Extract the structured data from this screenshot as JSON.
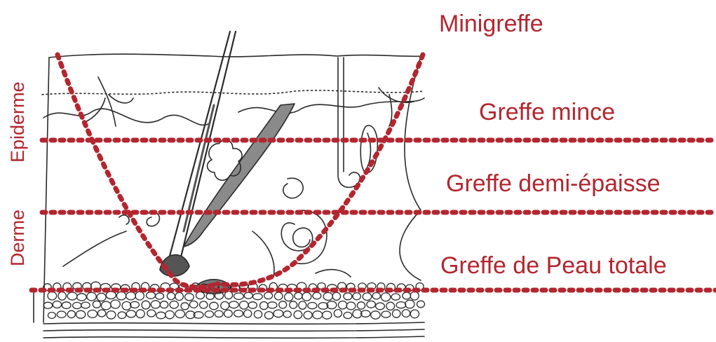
{
  "colors": {
    "accent": "#b3262f",
    "ink": "#2a2a2a"
  },
  "labels": {
    "minigreffe": "Minigreffe",
    "mince": "Greffe mince",
    "demi": "Greffe demi-épaisse",
    "totale": "Greffe de Peau totale"
  },
  "layers": {
    "epiderme": "Epiderme",
    "derme": "Derme"
  }
}
